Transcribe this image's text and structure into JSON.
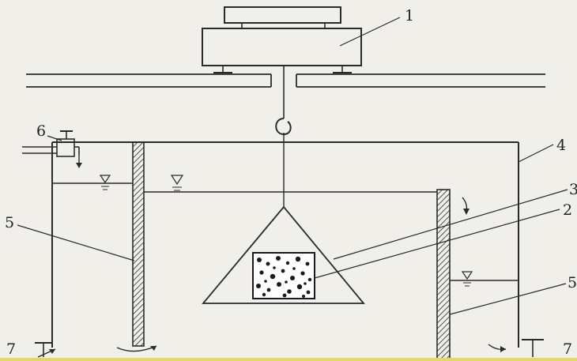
{
  "labels": {
    "l1": "1",
    "l2": "2",
    "l3": "3",
    "l4": "4",
    "l5_left": "5",
    "l5_right": "5",
    "l6": "6",
    "l7_left": "7",
    "l7_right": "7"
  },
  "colors": {
    "background": "#f1efea",
    "line": "#2a2a2a",
    "bottom_band": "#e8d85a"
  }
}
